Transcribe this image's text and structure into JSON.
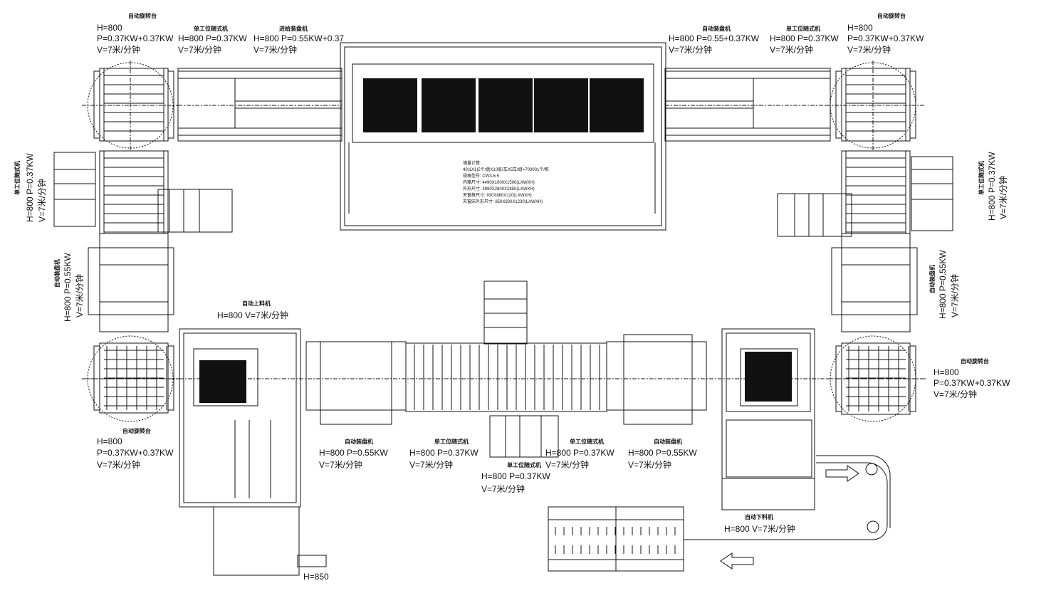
{
  "labels": {
    "tl_turn": {
      "title": "自动旋转台",
      "h": "H=800",
      "p": "P=0.37KW+0.37KW",
      "v": "V=7米/分钟"
    },
    "top_single1": {
      "title": "单工位随式机",
      "hp": "H=800  P=0.37KW",
      "v": "V=7米/分钟"
    },
    "top_lift1": {
      "title": "进给装盘机",
      "hp": "H=800  P=0.55KW+0.37",
      "v": "V=7米/分钟"
    },
    "top_lift2": {
      "title": "自动装盘机",
      "hp": "H=800  P=0.55+0.37KW",
      "v": "V=7米/分钟"
    },
    "top_single2": {
      "title": "单工位随式机",
      "hp": "H=800  P=0.37KW",
      "v": "V=7米/分钟"
    },
    "tr_turn": {
      "title": "自动旋转台",
      "h": "H=800",
      "p": "P=0.37KW+0.37KW",
      "v": "V=7米/分钟"
    },
    "left_single": {
      "title": "单工位随式机",
      "hp": "H=800  P=0.37KW",
      "v": "V=7米/分钟"
    },
    "left_load": {
      "title": "自动装盘机",
      "hp": "H=800  P=0.55KW",
      "v": "V=7米/分钟"
    },
    "right_single": {
      "title": "单工位随式机",
      "hp": "H=800  P=0.37KW",
      "v": "V=7米/分钟"
    },
    "right_load": {
      "title": "自动装盘机",
      "hp": "H=800  P=0.55KW",
      "v": "V=7米/分钟"
    },
    "upper_loader": {
      "title": "自动上料机",
      "hp": "H=800  V=7米/分钟"
    },
    "bl_turn": {
      "title": "自动旋转台",
      "h": "H=800",
      "p": "P=0.37KW+0.37KW",
      "v": "V=7米/分钟"
    },
    "mr_turn": {
      "title": "自动旋转台",
      "h": "H=800",
      "p": "P=0.37KW+0.37KW",
      "v": "V=7米/分钟"
    },
    "bot_load1": {
      "title": "自动装盘机",
      "hp": "H=800  P=0.55KW",
      "v": "V=7米/分钟"
    },
    "bot_single1": {
      "title": "单工位随式机",
      "hp": "H=800  P=0.37KW",
      "v": "V=7米/分钟"
    },
    "bot_single2": {
      "title": "单工位随式机",
      "hp": "H=800  P=0.37KW",
      "v": "V=7米/分钟"
    },
    "bot_load2": {
      "title": "自动装盘机",
      "hp": "H=800  P=0.55KW",
      "v": "V=7米/分钟"
    },
    "bot_center": {
      "title": "单工位随式机",
      "hp": "H=800  P=0.37KW",
      "v": "V=7米/分钟"
    },
    "unloader": {
      "title": "自动下料机",
      "hp": "H=800   V=7米/分钟"
    },
    "h850": "H=850"
  },
  "notes": [
    "储量计算:",
    "40(1X1)5个/盘X10层/车X5车/组=700001个/柜",
    "规格型号: CW3-6.5",
    "内箱尺寸: 4490X1000X1500(LXWXH)",
    "外形尺寸: 4890X2800X2850(LXWXH)",
    "天窗框尺寸: 930X880X120(LXWXH)",
    "天窗床外形尺寸: 850X830X1230(LXWXH)"
  ]
}
